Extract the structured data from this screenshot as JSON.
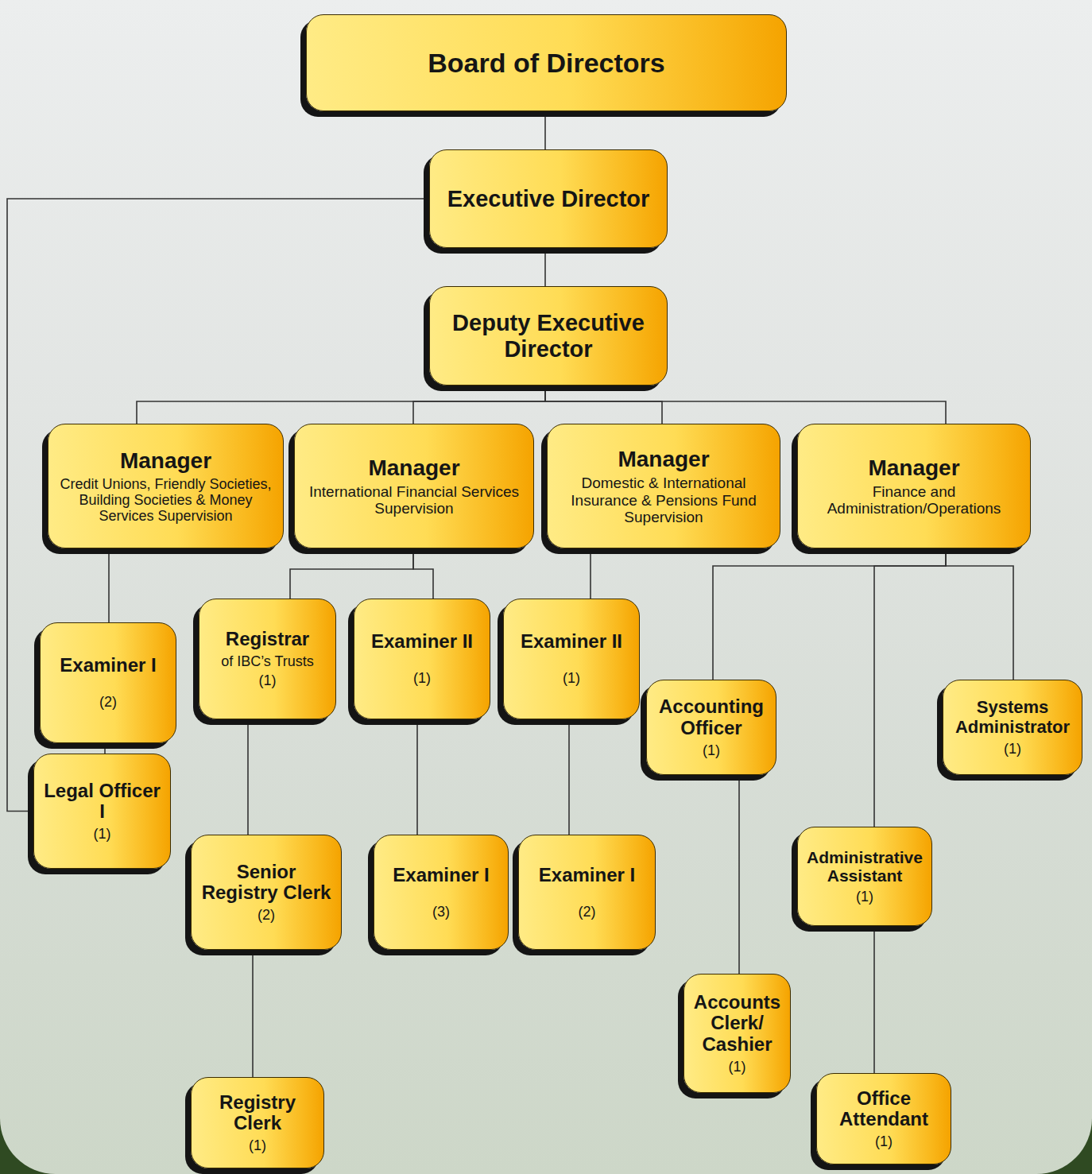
{
  "diagram": {
    "nodes": [
      {
        "text": [
          "Board of Directors"
        ]
      },
      {
        "text": [
          "Executive Director"
        ]
      },
      {
        "text": [
          "Deputy Executive Director"
        ]
      },
      {
        "text": [
          "Manager",
          "Credit Unions, Friendly Societies, Building Societies & Money Services Supervision"
        ]
      },
      {
        "text": [
          "Manager",
          "International Financial Services Supervision"
        ]
      },
      {
        "text": [
          "Manager",
          "Domestic & International Insurance & Pensions Fund Supervision"
        ]
      },
      {
        "text": [
          "Manager",
          "Finance and Administration/Operations"
        ]
      },
      {
        "text": [
          "Examiner I",
          "(2)"
        ]
      },
      {
        "text": [
          "Registrar",
          "of IBC’s Trusts",
          "(1)"
        ]
      },
      {
        "text": [
          "Examiner II",
          "(1)"
        ]
      },
      {
        "text": [
          "Examiner II",
          "(1)"
        ]
      },
      {
        "text": [
          "Accounting Officer",
          "(1)"
        ]
      },
      {
        "text": [
          "Systems Administrator",
          "(1)"
        ]
      },
      {
        "text": [
          "Legal Officer I",
          "(1)"
        ]
      },
      {
        "text": [
          "Senior Registry Clerk",
          "(2)"
        ]
      },
      {
        "text": [
          "Examiner I",
          "(3)"
        ]
      },
      {
        "text": [
          "Examiner I",
          "(2)"
        ]
      },
      {
        "text": [
          "Administrative Assistant",
          "(1)"
        ]
      },
      {
        "text": [
          "Accounts Clerk/ Cashier",
          "(1)"
        ]
      },
      {
        "text": [
          "Registry Clerk",
          "(1)"
        ]
      },
      {
        "text": [
          "Office Attendant",
          "(1)"
        ]
      }
    ],
    "edges": [
      {
        "from": 0,
        "to": 1,
        "arrow": "none"
      },
      {
        "from": 1,
        "to": 2,
        "arrow": "none"
      },
      {
        "from": 1,
        "to": 13,
        "arrow": "none"
      },
      {
        "from": 2,
        "to": 3,
        "arrow": "none"
      },
      {
        "from": 2,
        "to": 4,
        "arrow": "none"
      },
      {
        "from": 2,
        "to": 5,
        "arrow": "none"
      },
      {
        "from": 2,
        "to": 6,
        "arrow": "none"
      },
      {
        "from": 3,
        "to": 7,
        "arrow": "none"
      },
      {
        "from": 7,
        "to": 13,
        "arrow": "none"
      },
      {
        "from": 4,
        "to": 8,
        "arrow": "none"
      },
      {
        "from": 4,
        "to": 9,
        "arrow": "none"
      },
      {
        "from": 5,
        "to": 10,
        "arrow": "none"
      },
      {
        "from": 6,
        "to": 11,
        "arrow": "none"
      },
      {
        "from": 6,
        "to": 17,
        "arrow": "none"
      },
      {
        "from": 6,
        "to": 12,
        "arrow": "none"
      },
      {
        "from": 8,
        "to": 14,
        "arrow": "none"
      },
      {
        "from": 14,
        "to": 19,
        "arrow": "none"
      },
      {
        "from": 9,
        "to": 15,
        "arrow": "none"
      },
      {
        "from": 10,
        "to": 16,
        "arrow": "none"
      },
      {
        "from": 11,
        "to": 18,
        "arrow": "none"
      },
      {
        "from": 17,
        "to": 20,
        "arrow": "none"
      }
    ]
  }
}
